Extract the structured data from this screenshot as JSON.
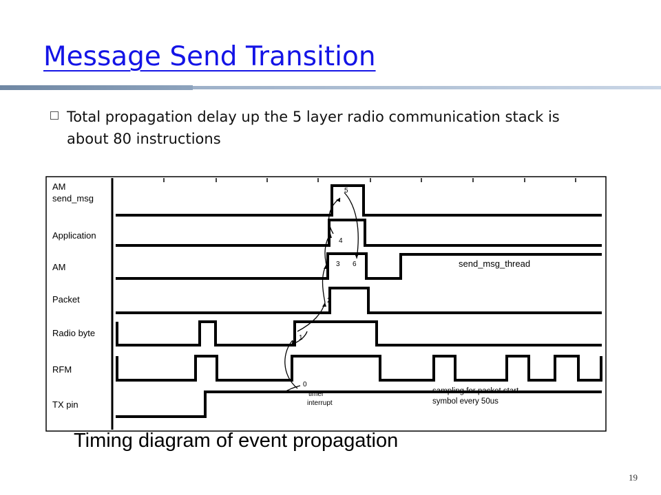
{
  "slide": {
    "title": "Message Send Transition",
    "bullet": "Total propagation delay up the 5 layer radio communication stack is about 80 instructions",
    "caption": "Timing diagram of event propagation",
    "page_number": "19"
  },
  "diagram": {
    "signal_labels": [
      "AM\nsend_msg",
      "Application",
      "AM",
      "Packet",
      "Radio byte",
      "RFM",
      "TX pin"
    ],
    "step_labels": [
      "0",
      "1",
      "2",
      "3",
      "4",
      "5",
      "6"
    ],
    "annotations": {
      "thread": "send_msg_thread",
      "timer": "timer\ninterrupt",
      "sampling": "sampling for packet start\nsymbol every 50us"
    }
  }
}
